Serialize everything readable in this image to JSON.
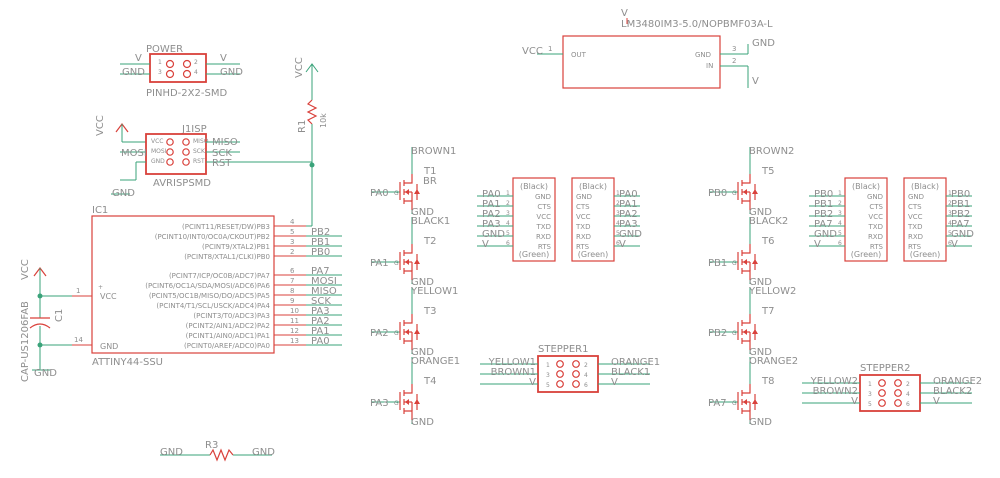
{
  "colors": {
    "wire": "#3aa37a",
    "part": "#d9413b",
    "text": "#8e8e8e",
    "background": "#ffffff"
  },
  "regulator": {
    "value": "LM3480IM3-5.0/NOPBMF03A-L",
    "supply": "V",
    "vcc_label": "VCC",
    "gnd_label": "GND",
    "v_label": "V",
    "pin_out": "OUT",
    "pin_gnd": "GND",
    "pin_in": "IN",
    "pn_out": "1",
    "pn_gnd": "3",
    "pn_in": "2"
  },
  "power_header": {
    "name": "POWER",
    "value": "PINHD-2X2-SMD",
    "gnd_left": "GND",
    "v_left": "V",
    "v_right": "V",
    "gnd_right": "GND",
    "p1": "1",
    "p2": "2",
    "p3": "3",
    "p4": "4"
  },
  "isp": {
    "name": "J1ISP",
    "value": "AVRISPSMD",
    "vcc_net": "VCC",
    "gnd_net": "GND",
    "pins_left": [
      "VCC",
      "MOSI",
      "GND"
    ],
    "pins_right": [
      "MISO",
      "SCK",
      "RST"
    ],
    "nets_left": [
      "MOSI"
    ],
    "nets_right": [
      "MISO",
      "SCK",
      "RST"
    ]
  },
  "resistor_r1": {
    "name": "R1",
    "value": "10k",
    "supply": "VCC"
  },
  "mcu": {
    "name": "IC1",
    "value": "ATTINY44-SSU",
    "vcc_pin": "VCC",
    "gnd_pin": "GND",
    "vcc_pin_number": "1",
    "gnd_pin_number": "14",
    "pins": [
      {
        "label": "(PCINT11/RESET/DW)PB3",
        "num": "4",
        "net": ""
      },
      {
        "label": "(PCINT10/INT0/OC0A/CKOUT)PB2",
        "num": "5",
        "net": "PB2"
      },
      {
        "label": "(PCINT9/XTAL2)PB1",
        "num": "3",
        "net": "PB1"
      },
      {
        "label": "(PCINT8/XTAL1/CLKI)PB0",
        "num": "2",
        "net": "PB0"
      },
      {
        "label": "(PCINT7/ICP/OC0B/ADC7)PA7",
        "num": "6",
        "net": "PA7"
      },
      {
        "label": "(PCINT6/OC1A/SDA/MOSI/ADC6)PA6",
        "num": "7",
        "net": "MOSI"
      },
      {
        "label": "(PCINT5/OC1B/MISO/DO/ADC5)PA5",
        "num": "8",
        "net": "MISO"
      },
      {
        "label": "(PCINT4/T1/SCL/USCK/ADC4)PA4",
        "num": "9",
        "net": "SCK"
      },
      {
        "label": "(PCINT3/T0/ADC3)PA3",
        "num": "10",
        "net": "PA3"
      },
      {
        "label": "(PCINT2/AIN1/ADC2)PA2",
        "num": "11",
        "net": "PA2"
      },
      {
        "label": "(PCINT1/AIN0/ADC1)PA1",
        "num": "12",
        "net": "PA1"
      },
      {
        "label": "(PCINT0/AREF/ADC0)PA0",
        "num": "13",
        "net": "PA0"
      }
    ]
  },
  "capacitor": {
    "name": "C1",
    "value": "CAP-US1206FAB",
    "vcc": "VCC",
    "gnd": "GND"
  },
  "resistor_r3": {
    "name": "R3",
    "left": "GND",
    "right": "GND"
  },
  "mosfets": [
    {
      "name": "T1",
      "gate": "PA0",
      "drain": "BROWN1",
      "src": "GND",
      "extra": "BR"
    },
    {
      "name": "T2",
      "gate": "PA1",
      "drain": "BLACK1",
      "src": "GND",
      "extra": ""
    },
    {
      "name": "T3",
      "gate": "PA2",
      "drain": "YELLOW1",
      "src": "GND",
      "extra": ""
    },
    {
      "name": "T4",
      "gate": "PA3",
      "drain": "ORANGE1",
      "src": "GND",
      "extra": ""
    },
    {
      "name": "T5",
      "gate": "PB0",
      "drain": "BROWN2",
      "src": "GND",
      "extra": ""
    },
    {
      "name": "T6",
      "gate": "PB1",
      "drain": "BLACK2",
      "src": "GND",
      "extra": ""
    },
    {
      "name": "T7",
      "gate": "PB2",
      "drain": "YELLOW2",
      "src": "GND",
      "extra": ""
    },
    {
      "name": "T8",
      "gate": "PA7",
      "drain": "ORANGE2",
      "src": "GND",
      "extra": ""
    }
  ],
  "ftdi": {
    "top": "(Black)",
    "bottom": "(Green)",
    "pins": [
      "GND",
      "CTS",
      "VCC",
      "TXD",
      "RXD",
      "RTS"
    ],
    "nums": [
      "1",
      "2",
      "3",
      "4",
      "5",
      "6"
    ],
    "set1_left": [
      "PA0",
      "PA1",
      "PA2",
      "PA3",
      "GND",
      "V"
    ],
    "set1_right": [
      "PA0",
      "PA1",
      "PA2",
      "PA3",
      "GND",
      "V"
    ],
    "set2_left": [
      "PB0",
      "PB1",
      "PB2",
      "PA7",
      "GND",
      "V"
    ],
    "set2_right": [
      "PB0",
      "PB1",
      "PB2",
      "PA7",
      "GND",
      "V"
    ]
  },
  "stepper1": {
    "name": "STEPPER1",
    "left": [
      "YELLOW1",
      "BROWN1",
      "V"
    ],
    "right": [
      "ORANGE1",
      "BLACK1",
      "V"
    ],
    "p1": "1",
    "p2": "2",
    "p3": "3",
    "p4": "4",
    "p5": "5",
    "p6": "6"
  },
  "stepper2": {
    "name": "STEPPER2",
    "left": [
      "YELLOW2",
      "BROWN2",
      "V"
    ],
    "right": [
      "ORANGE2",
      "BLACK2",
      "V"
    ],
    "p1": "1",
    "p2": "2",
    "p3": "3",
    "p4": "4",
    "p5": "5",
    "p6": "6"
  }
}
